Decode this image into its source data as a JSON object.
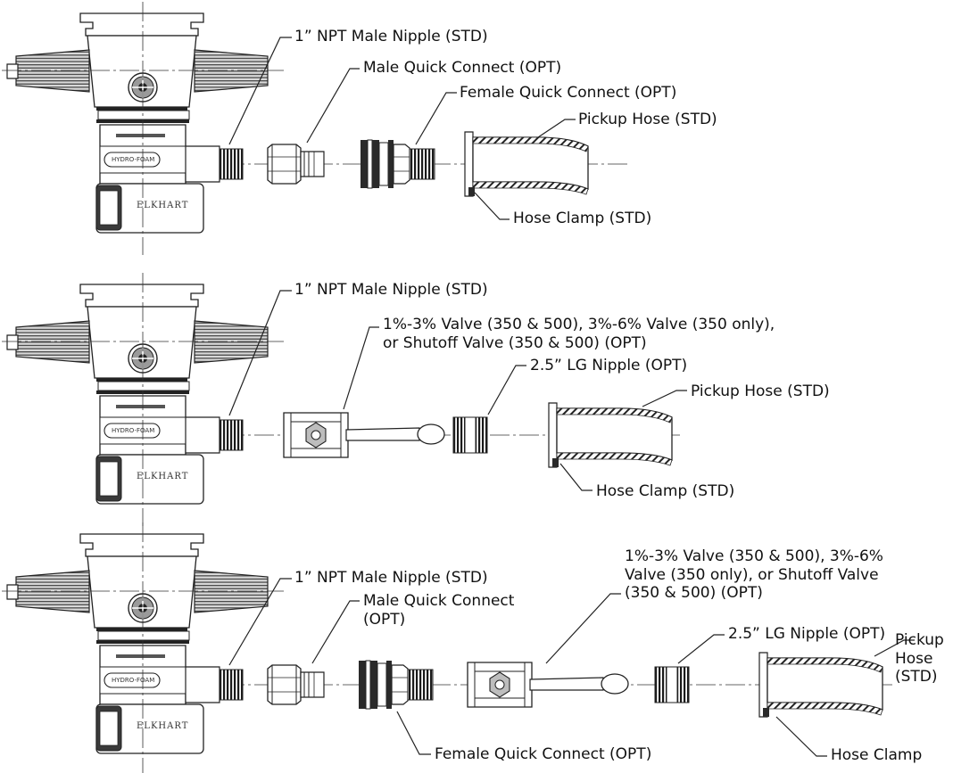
{
  "diagram_1": {
    "nipple_label": "1” NPT Male Nipple (STD)",
    "male_qc_label": "Male Quick Connect (OPT)",
    "female_qc_label": "Female Quick Connect (OPT)",
    "pickup_hose_label": "Pickup Hose (STD)",
    "hose_clamp_label": "Hose Clamp (STD)"
  },
  "diagram_2": {
    "nipple_label": "1” NPT Male Nipple (STD)",
    "valve_label": "1%-3% Valve (350 & 500), 3%-6% Valve (350 only),\nor Shutoff Valve (350 & 500) (OPT)",
    "lg_nipple_label": "2.5” LG Nipple (OPT)",
    "pickup_hose_label": "Pickup Hose (STD)",
    "hose_clamp_label": "Hose Clamp (STD)"
  },
  "diagram_3": {
    "nipple_label": "1” NPT Male Nipple (STD)",
    "male_qc_label": "Male Quick Connect\n(OPT)",
    "valve_label": "1%-3% Valve (350 & 500), 3%-6%\nValve (350 only), or Shutoff Valve\n(350 & 500) (OPT)",
    "lg_nipple_label": "2.5” LG Nipple (OPT)",
    "pickup_hose_label": "Pickup\nHose\n(STD)",
    "female_qc_label": "Female Quick Connect (OPT)",
    "hose_clamp_label": "Hose Clamp"
  },
  "eductor_markings": {
    "brand": "ELKHART",
    "model": "HYDRO-FOAM"
  }
}
